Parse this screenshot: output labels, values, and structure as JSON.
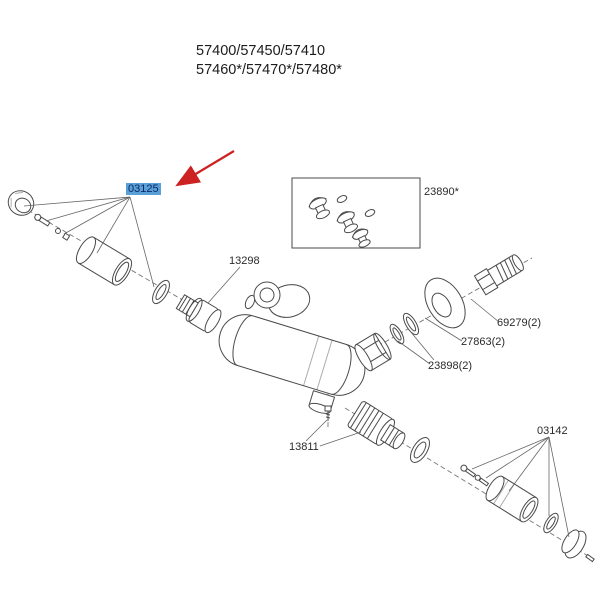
{
  "title": {
    "line1": "57400/57450/57410",
    "line2": "57460*/57470*/57480*"
  },
  "part_labels": {
    "l03125": "03125",
    "l13298": "13298",
    "l23890": "23890*",
    "l69279": "69279(2)",
    "l27863": "27863(2)",
    "l23898": "23898(2)",
    "l13811": "13811",
    "l03142": "03142"
  },
  "selection": {
    "selected_part": "03125"
  },
  "colors": {
    "background": "#ffffff",
    "line_art": "#4a4a4a",
    "highlight_bg": "#5a9fd8",
    "highlight_text": "#0b2b66",
    "arrow_red": "#cc2222"
  }
}
